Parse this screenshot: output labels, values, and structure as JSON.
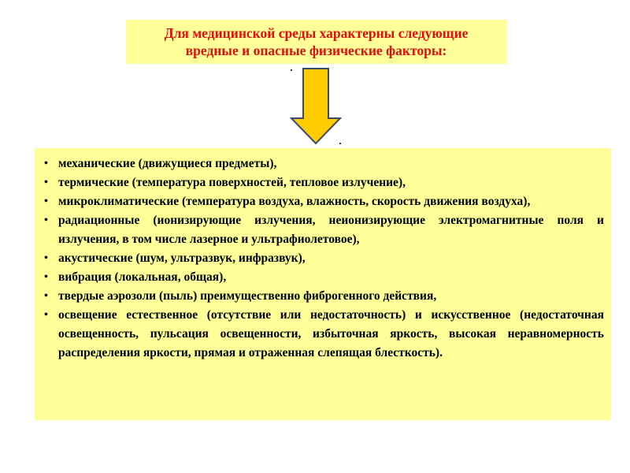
{
  "title": {
    "lines": [
      "Для медицинской среды характерны следующие",
      "вредные и опасные физические факторы:"
    ]
  },
  "arrow": {
    "icon": "down-arrow-icon",
    "fill": "#ffcc00",
    "stroke": "#3b4a6b"
  },
  "colors": {
    "box_background": "#ffff99",
    "title_text": "#e01010",
    "body_text": "#000000"
  },
  "factors": {
    "bullet": "•",
    "items": [
      "механические (движущиеся предметы),",
      "термические (температура поверхностей, тепловое излучение),",
      "микроклиматические (температура воздуха, влажность, скорость движения воздуха),",
      "радиационные (ионизирующие излучения, неионизирующие электромагнитные поля и излучения, в том числе лазерное и ультрафиолетовое),",
      "акустические (шум, ультразвук, инфразвук),",
      "вибрация (локальная, общая),",
      "твердые аэрозоли (пыль) преимущественно фиброгенного действия,",
      "освещение естественное (отсутствие или недостаточность) и искусственное (недостаточная освещенность, пульсация освещенности, избыточная яркость, высокая неравномерность распределения яркости, прямая и отраженная слепящая блесткость)."
    ]
  }
}
